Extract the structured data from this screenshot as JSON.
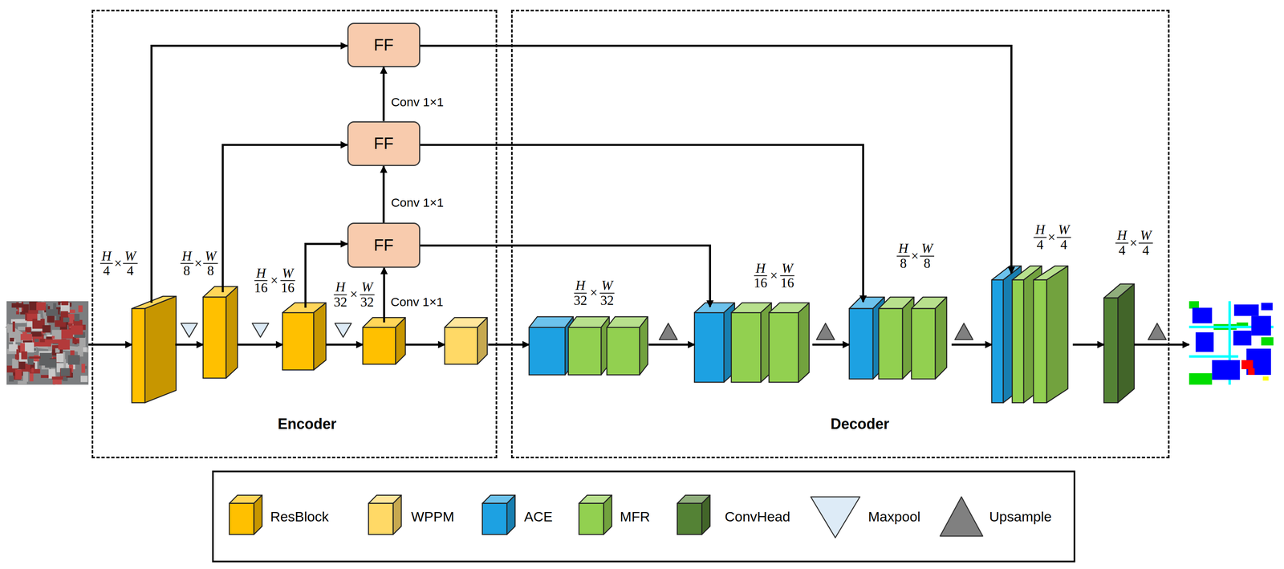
{
  "diagram": {
    "nodes": [
      {
        "text": [
          "Encoder"
        ]
      },
      {
        "text": [
          "FF"
        ],
        "in": 0
      },
      {
        "text": [
          "FF"
        ],
        "in": 0
      },
      {
        "text": [
          "FF"
        ],
        "in": 0
      },
      {
        "text": [
          "Decoder"
        ]
      }
    ],
    "edges": [
      {
        "from": 3,
        "to": 2,
        "arrow": "to",
        "label": "Conv 1×1"
      },
      {
        "from": 2,
        "to": 1,
        "arrow": "to",
        "label": "Conv 1×1"
      }
    ],
    "labels": [
      "H",
      "4",
      "×",
      "W",
      "4",
      "H",
      "8",
      "×",
      "W",
      "8",
      "H",
      "16",
      "×",
      "W",
      "16",
      "H",
      "32",
      "×",
      "W",
      "32",
      "H",
      "32",
      "×",
      "W",
      "32",
      "H",
      "16",
      "×",
      "W",
      "16",
      "H",
      "8",
      "×",
      "W",
      "8",
      "H",
      "4",
      "×",
      "W",
      "4",
      "H",
      "4",
      "×",
      "W",
      "4",
      "Conv 1×1"
    ],
    "legend": [
      {
        "text": "ResBlock",
        "color": "#FFC000"
      },
      {
        "text": "WPPM",
        "color": "#FFD966"
      },
      {
        "text": "ACE",
        "color": "#1DA1E2"
      },
      {
        "text": "MFR",
        "color": "#92D050"
      },
      {
        "text": "ConvHead",
        "color": "#548235"
      },
      {
        "text": "Maxpool"
      },
      {
        "text": "Upsample"
      }
    ]
  }
}
